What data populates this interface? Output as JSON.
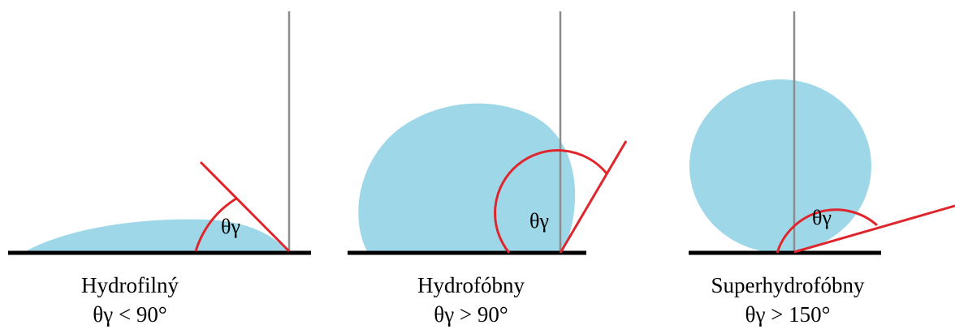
{
  "colors": {
    "droplet": "#9ed8e8",
    "angle_line": "#e0262d",
    "vertical_line": "#8c8c8c",
    "surface": "#000000",
    "text": "#000000"
  },
  "panels": [
    {
      "id": "hydrophilic",
      "name": "Hydrofilný",
      "condition": "θγ < 90°",
      "angle_label": "θγ"
    },
    {
      "id": "hydrophobic",
      "name": "Hydrofóbny",
      "condition": "θγ > 90°",
      "angle_label": "θγ"
    },
    {
      "id": "superhydrophobic",
      "name": "Superhydrofóbny",
      "condition": "θγ > 150°",
      "angle_label": "θγ"
    }
  ]
}
